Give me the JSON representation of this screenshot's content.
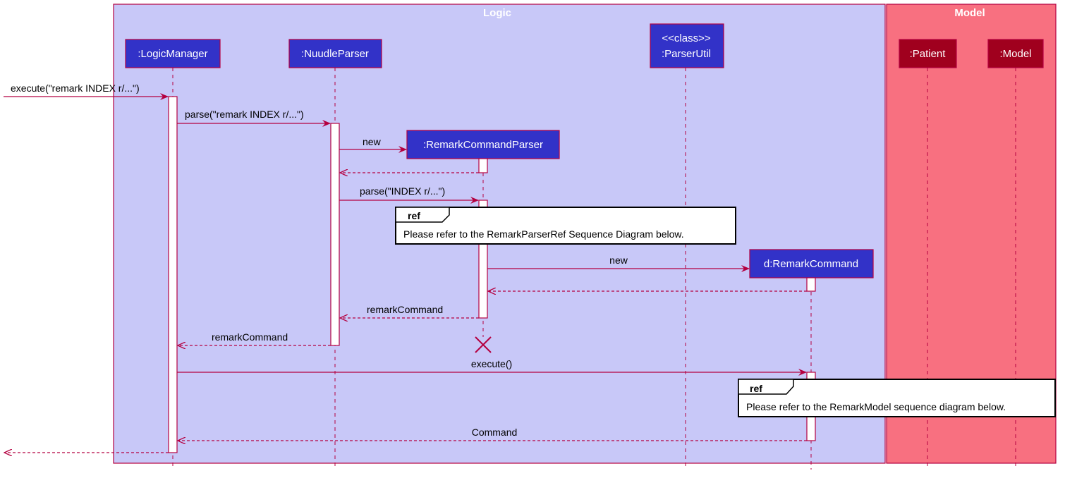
{
  "groups": {
    "logic": {
      "title": "Logic",
      "fill": "#c8c8f8",
      "stroke": "#b40040"
    },
    "model": {
      "title": "Model",
      "fill": "#f87080",
      "stroke": "#b40040"
    }
  },
  "participants": {
    "logic_manager": {
      "label": ":LogicManager",
      "fill": "#3232c8"
    },
    "nuudle_parser": {
      "label": ":NuudleParser",
      "fill": "#3232c8"
    },
    "remark_command_parser": {
      "label": ":RemarkCommandParser",
      "fill": "#3232c8"
    },
    "parser_util": {
      "stereotype": "<<class>>",
      "label": ":ParserUtil",
      "fill": "#3232c8"
    },
    "remark_command": {
      "label": "d:RemarkCommand",
      "fill": "#3232c8"
    },
    "patient": {
      "label": ":Patient",
      "fill": "#a0001e"
    },
    "model": {
      "label": ":Model",
      "fill": "#a0001e"
    }
  },
  "messages": {
    "m1": "execute(\"remark INDEX r/...\")",
    "m2": "parse(\"remark INDEX r/...\")",
    "m3": "new",
    "m4": "parse(\"INDEX r/...\")",
    "m5": "new",
    "m6": "remarkCommand",
    "m7": "remarkCommand",
    "m8": "execute()",
    "m9": "Command"
  },
  "refs": {
    "ref1": {
      "tag": "ref",
      "text": "Please refer to the RemarkParserRef Sequence Diagram below."
    },
    "ref2": {
      "tag": "ref",
      "text": "Please refer to the RemarkModel sequence diagram below."
    }
  },
  "colors": {
    "arrow": "#b40040",
    "lifeline": "#b40040"
  }
}
